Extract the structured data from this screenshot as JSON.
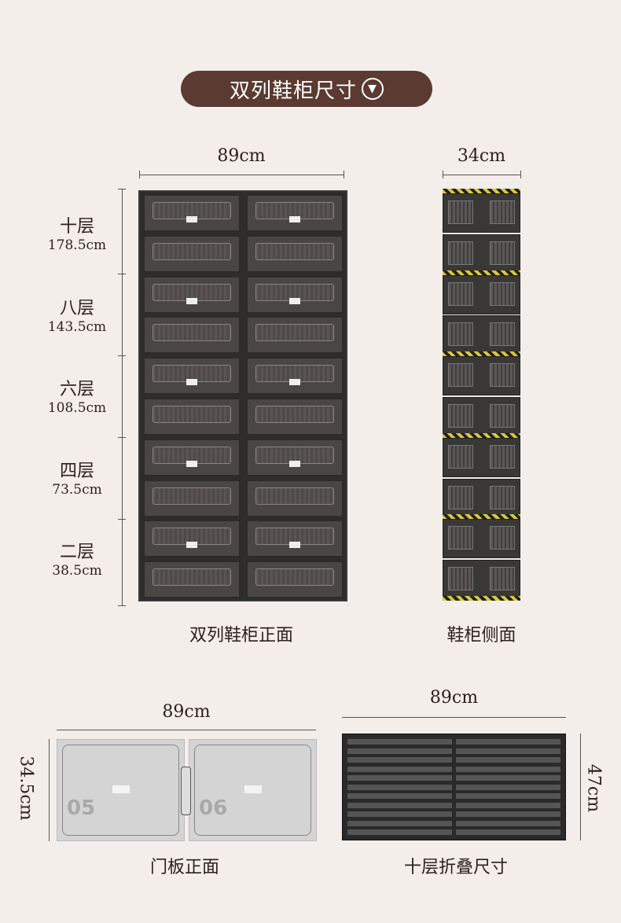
{
  "title": "双列鞋柜尺寸",
  "title_icon": "circle-down-triangle-icon",
  "colors": {
    "title_bg": "#5a3a31",
    "background": "#f3eeea"
  },
  "front": {
    "width_label": "89cm",
    "caption": "双列鞋柜正面",
    "levels": [
      {
        "name": "十层",
        "height": "178.5cm"
      },
      {
        "name": "八层",
        "height": "143.5cm"
      },
      {
        "name": "六层",
        "height": "108.5cm"
      },
      {
        "name": "四层",
        "height": "73.5cm"
      },
      {
        "name": "二层",
        "height": "38.5cm"
      }
    ]
  },
  "side": {
    "width_label": "34cm",
    "caption": "鞋柜侧面"
  },
  "door": {
    "width_label": "89cm",
    "height_label": "34.5cm",
    "caption": "门板正面",
    "numbers": [
      "05",
      "06"
    ]
  },
  "folded": {
    "width_label": "89cm",
    "height_label": "47cm",
    "caption": "十层折叠尺寸"
  }
}
